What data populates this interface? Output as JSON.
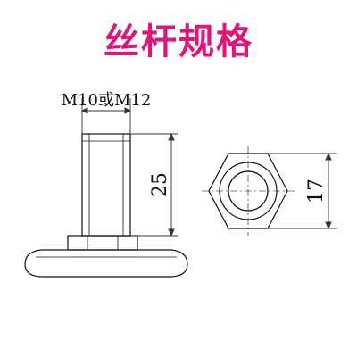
{
  "title": "丝杆规格",
  "thread_label": "M10或M12",
  "height_label": "25",
  "hex_label": "17",
  "colors": {
    "title": "#e0157b",
    "line": "#111111",
    "dim": "#333333"
  }
}
